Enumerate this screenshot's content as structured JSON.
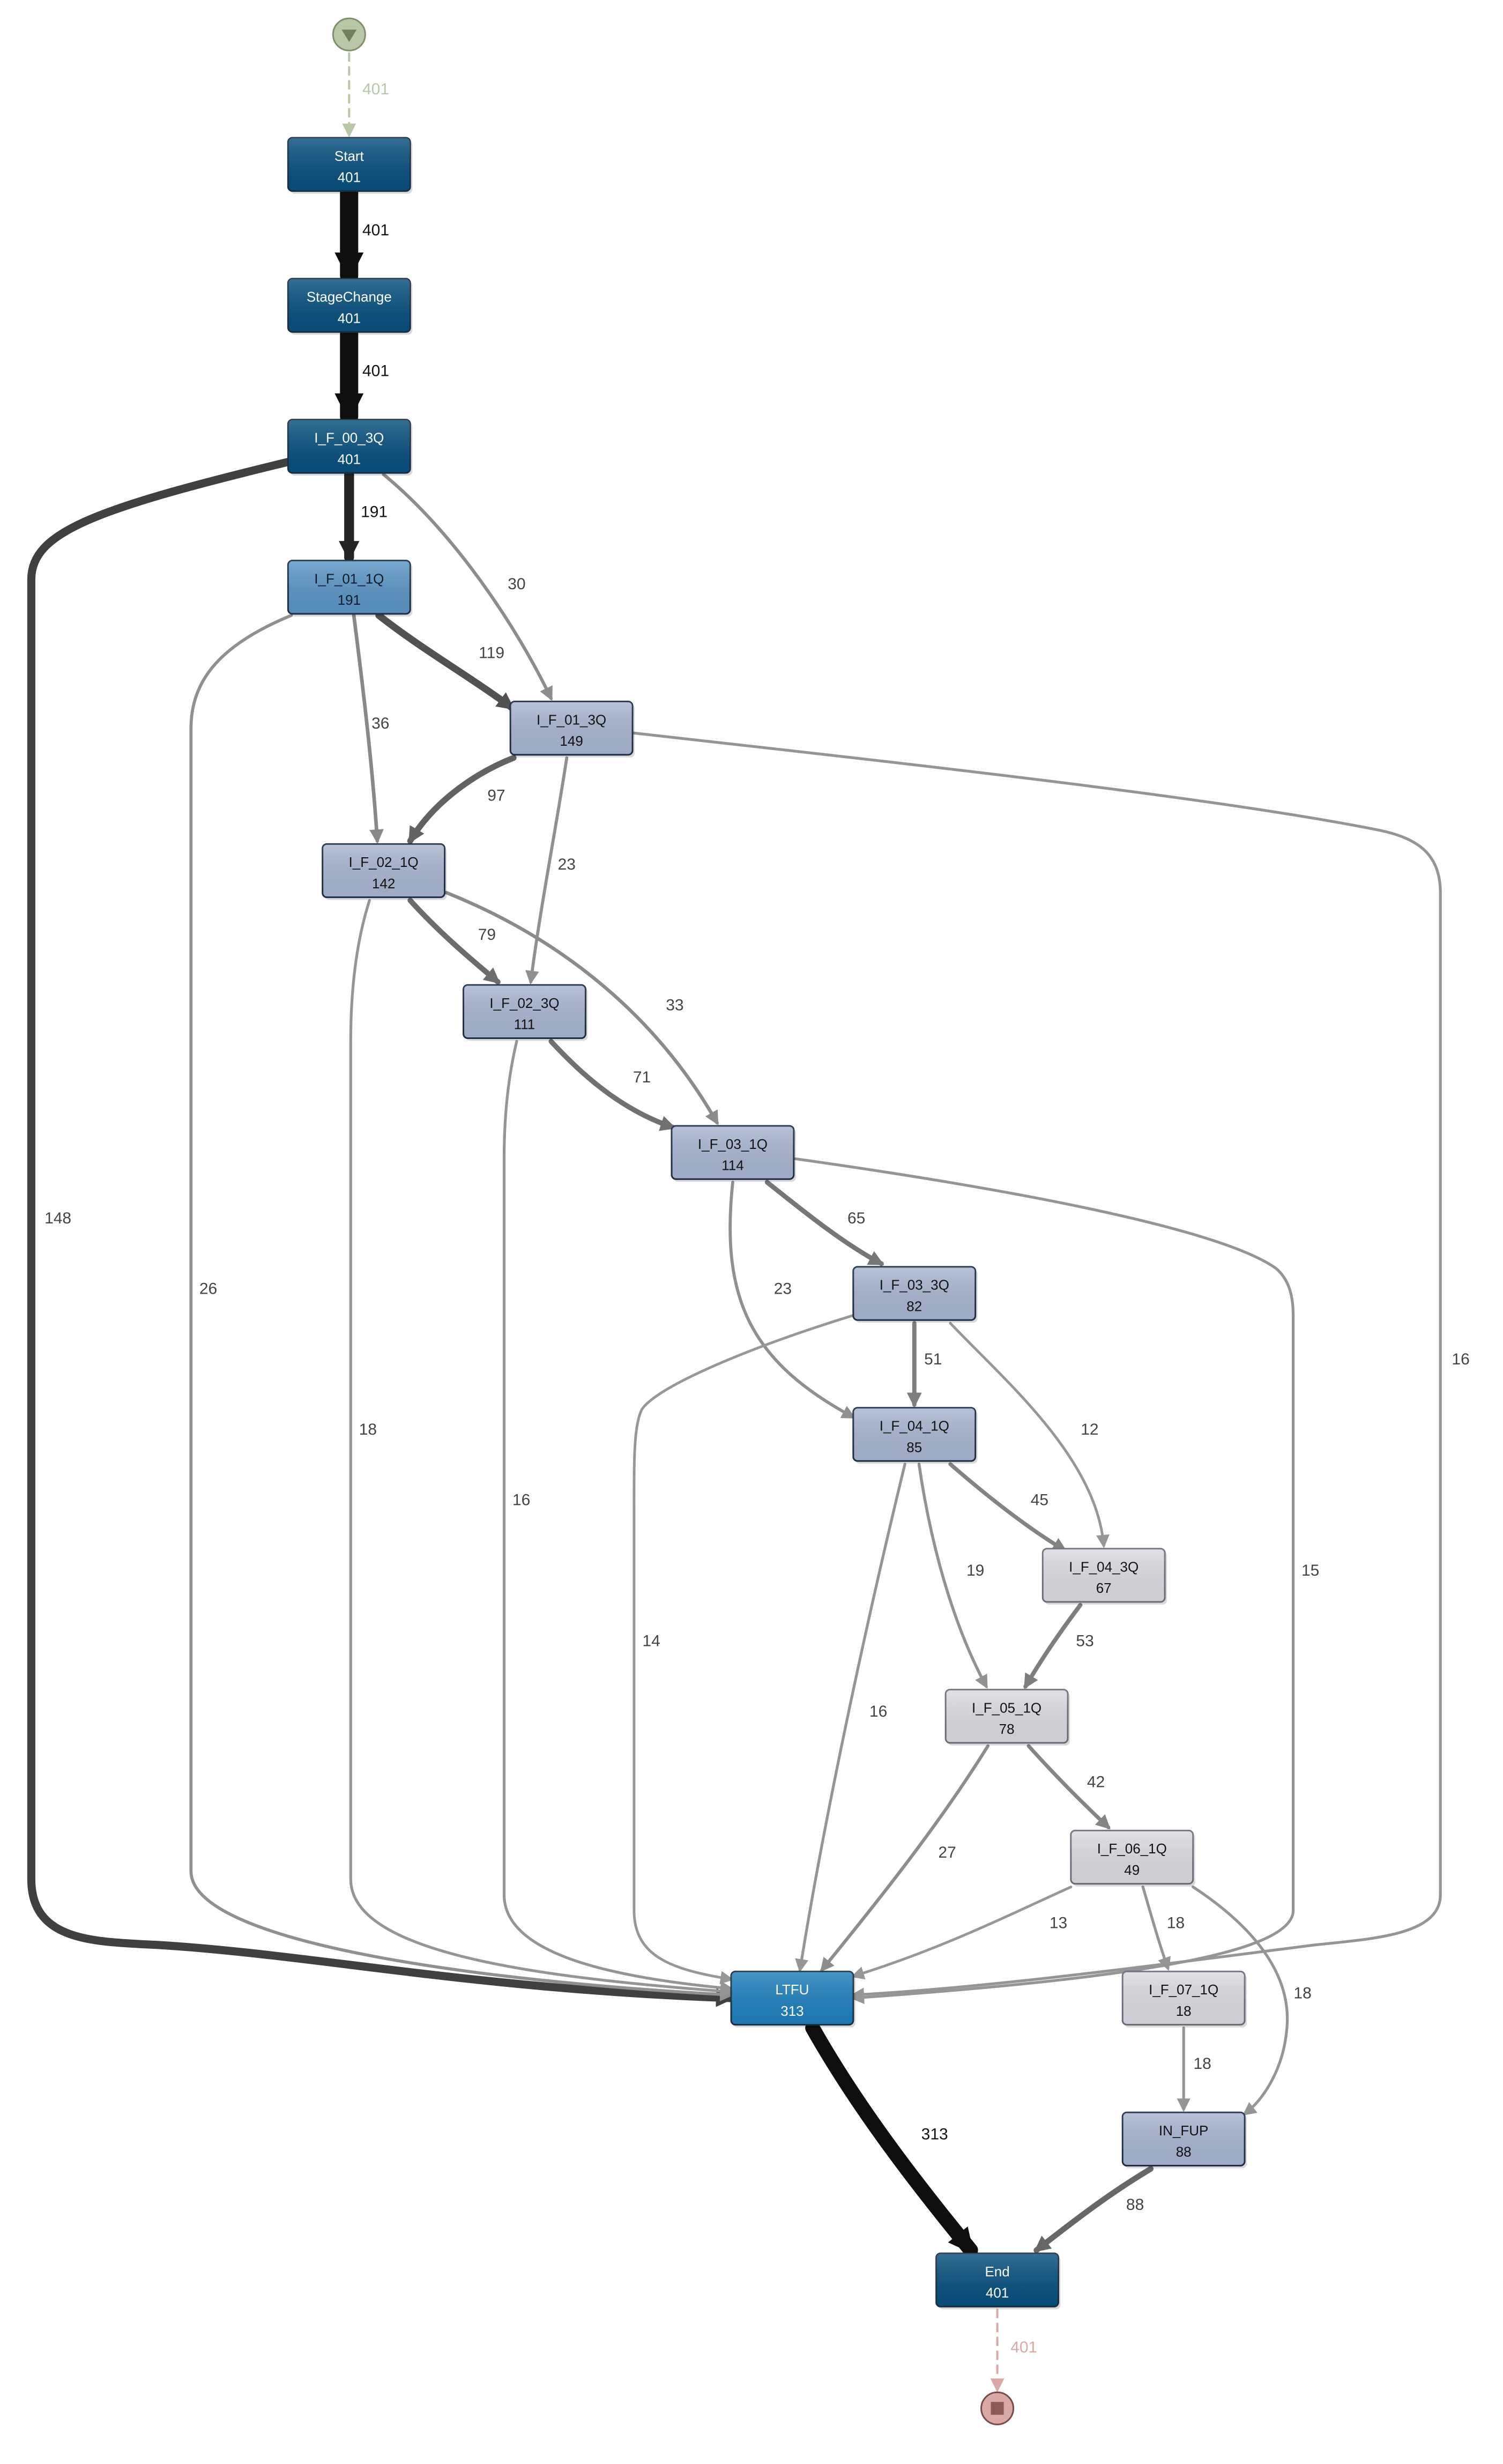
{
  "diagram": {
    "start_marker": {
      "icon": "start-triangle-icon",
      "color": "#b8c7a6"
    },
    "end_marker": {
      "icon": "end-square-icon",
      "color": "#d9a9a6"
    },
    "nodes": [
      {
        "id": "start",
        "label": "Start",
        "count": "401",
        "fill": "#08507f",
        "text": "#ffffff"
      },
      {
        "id": "stagechange",
        "label": "StageChange",
        "count": "401",
        "fill": "#08507f",
        "text": "#ffffff"
      },
      {
        "id": "if00_3q",
        "label": "I_F_00_3Q",
        "count": "401",
        "fill": "#08507f",
        "text": "#ffffff"
      },
      {
        "id": "if01_1q",
        "label": "I_F_01_1Q",
        "count": "191",
        "fill": "#5b96c6",
        "text": "#0b1a2a"
      },
      {
        "id": "if01_3q",
        "label": "I_F_01_3Q",
        "count": "149",
        "fill": "#a9b6d1",
        "text": "#111111"
      },
      {
        "id": "if02_1q",
        "label": "I_F_02_1Q",
        "count": "142",
        "fill": "#a9b6d1",
        "text": "#111111"
      },
      {
        "id": "if02_3q",
        "label": "I_F_02_3Q",
        "count": "111",
        "fill": "#a9b6d1",
        "text": "#111111"
      },
      {
        "id": "if03_1q",
        "label": "I_F_03_1Q",
        "count": "114",
        "fill": "#a9b6d1",
        "text": "#111111"
      },
      {
        "id": "if03_3q",
        "label": "I_F_03_3Q",
        "count": "82",
        "fill": "#a9b6d1",
        "text": "#111111"
      },
      {
        "id": "if04_1q",
        "label": "I_F_04_1Q",
        "count": "85",
        "fill": "#a9b6d1",
        "text": "#111111"
      },
      {
        "id": "if04_3q",
        "label": "I_F_04_3Q",
        "count": "67",
        "fill": "#dcdbe3",
        "text": "#111111"
      },
      {
        "id": "if05_1q",
        "label": "I_F_05_1Q",
        "count": "78",
        "fill": "#dcdbe3",
        "text": "#111111"
      },
      {
        "id": "if06_1q",
        "label": "I_F_06_1Q",
        "count": "49",
        "fill": "#dcdbe3",
        "text": "#111111"
      },
      {
        "id": "if07_1q",
        "label": "I_F_07_1Q",
        "count": "18",
        "fill": "#dcdbe3",
        "text": "#111111"
      },
      {
        "id": "ltfu",
        "label": "LTFU",
        "count": "313",
        "fill": "#1f80bd",
        "text": "#ffffff"
      },
      {
        "id": "in_fup",
        "label": "IN_FUP",
        "count": "88",
        "fill": "#a9b6d1",
        "text": "#111111"
      },
      {
        "id": "end",
        "label": "End",
        "count": "401",
        "fill": "#08507f",
        "text": "#ffffff"
      }
    ],
    "edges": [
      {
        "from": "start_marker",
        "to": "start",
        "value": "401",
        "style": "start-dashed",
        "color": "#b8c7a6"
      },
      {
        "from": "start",
        "to": "stagechange",
        "value": "401",
        "weight": 1.0
      },
      {
        "from": "stagechange",
        "to": "if00_3q",
        "value": "401",
        "weight": 1.0
      },
      {
        "from": "if00_3q",
        "to": "if01_1q",
        "value": "191",
        "weight": 0.48
      },
      {
        "from": "if00_3q",
        "to": "if01_3q",
        "value": "30",
        "weight": 0.07
      },
      {
        "from": "if00_3q",
        "to": "ltfu",
        "value": "148",
        "weight": 0.37
      },
      {
        "from": "if01_1q",
        "to": "if01_3q",
        "value": "119",
        "weight": 0.3
      },
      {
        "from": "if01_1q",
        "to": "if02_1q",
        "value": "36",
        "weight": 0.09
      },
      {
        "from": "if01_1q",
        "to": "ltfu",
        "value": "26",
        "weight": 0.06
      },
      {
        "from": "if01_3q",
        "to": "if02_1q",
        "value": "97",
        "weight": 0.24
      },
      {
        "from": "if01_3q",
        "to": "if02_3q",
        "value": "23",
        "weight": 0.06
      },
      {
        "from": "if01_3q",
        "to": "ltfu",
        "value": "16",
        "weight": 0.04
      },
      {
        "from": "if02_1q",
        "to": "if02_3q",
        "value": "79",
        "weight": 0.2
      },
      {
        "from": "if02_1q",
        "to": "if03_1q",
        "value": "33",
        "weight": 0.08
      },
      {
        "from": "if02_1q",
        "to": "ltfu",
        "value": "18",
        "weight": 0.04
      },
      {
        "from": "if02_3q",
        "to": "if03_1q",
        "value": "71",
        "weight": 0.18
      },
      {
        "from": "if02_3q",
        "to": "ltfu",
        "value": "16",
        "weight": 0.04
      },
      {
        "from": "if03_1q",
        "to": "if03_3q",
        "value": "65",
        "weight": 0.16
      },
      {
        "from": "if03_1q",
        "to": "if04_1q",
        "value": "23",
        "weight": 0.06
      },
      {
        "from": "if03_1q",
        "to": "ltfu",
        "value": "15",
        "weight": 0.04
      },
      {
        "from": "if03_3q",
        "to": "if04_1q",
        "value": "51",
        "weight": 0.13
      },
      {
        "from": "if03_3q",
        "to": "if04_3q",
        "value": "12",
        "weight": 0.03
      },
      {
        "from": "if03_3q",
        "to": "ltfu",
        "value": "14",
        "weight": 0.03
      },
      {
        "from": "if04_1q",
        "to": "if04_3q",
        "value": "45",
        "weight": 0.11
      },
      {
        "from": "if04_1q",
        "to": "if05_1q",
        "value": "19",
        "weight": 0.05
      },
      {
        "from": "if04_1q",
        "to": "ltfu",
        "value": "16",
        "weight": 0.04
      },
      {
        "from": "if04_3q",
        "to": "if05_1q",
        "value": "53",
        "weight": 0.13
      },
      {
        "from": "if05_1q",
        "to": "if06_1q",
        "value": "42",
        "weight": 0.1
      },
      {
        "from": "if05_1q",
        "to": "ltfu",
        "value": "27",
        "weight": 0.07
      },
      {
        "from": "if06_1q",
        "to": "ltfu",
        "value": "13",
        "weight": 0.03
      },
      {
        "from": "if06_1q",
        "to": "if07_1q",
        "value": "18",
        "weight": 0.04
      },
      {
        "from": "if06_1q",
        "to": "in_fup",
        "value": "18",
        "weight": 0.04
      },
      {
        "from": "if07_1q",
        "to": "in_fup",
        "value": "18",
        "weight": 0.04
      },
      {
        "from": "ltfu",
        "to": "end",
        "value": "313",
        "weight": 0.78
      },
      {
        "from": "in_fup",
        "to": "end",
        "value": "88",
        "weight": 0.22
      },
      {
        "from": "end",
        "to": "end_marker",
        "value": "401",
        "style": "end-dashed",
        "color": "#d9a9a6"
      }
    ]
  }
}
